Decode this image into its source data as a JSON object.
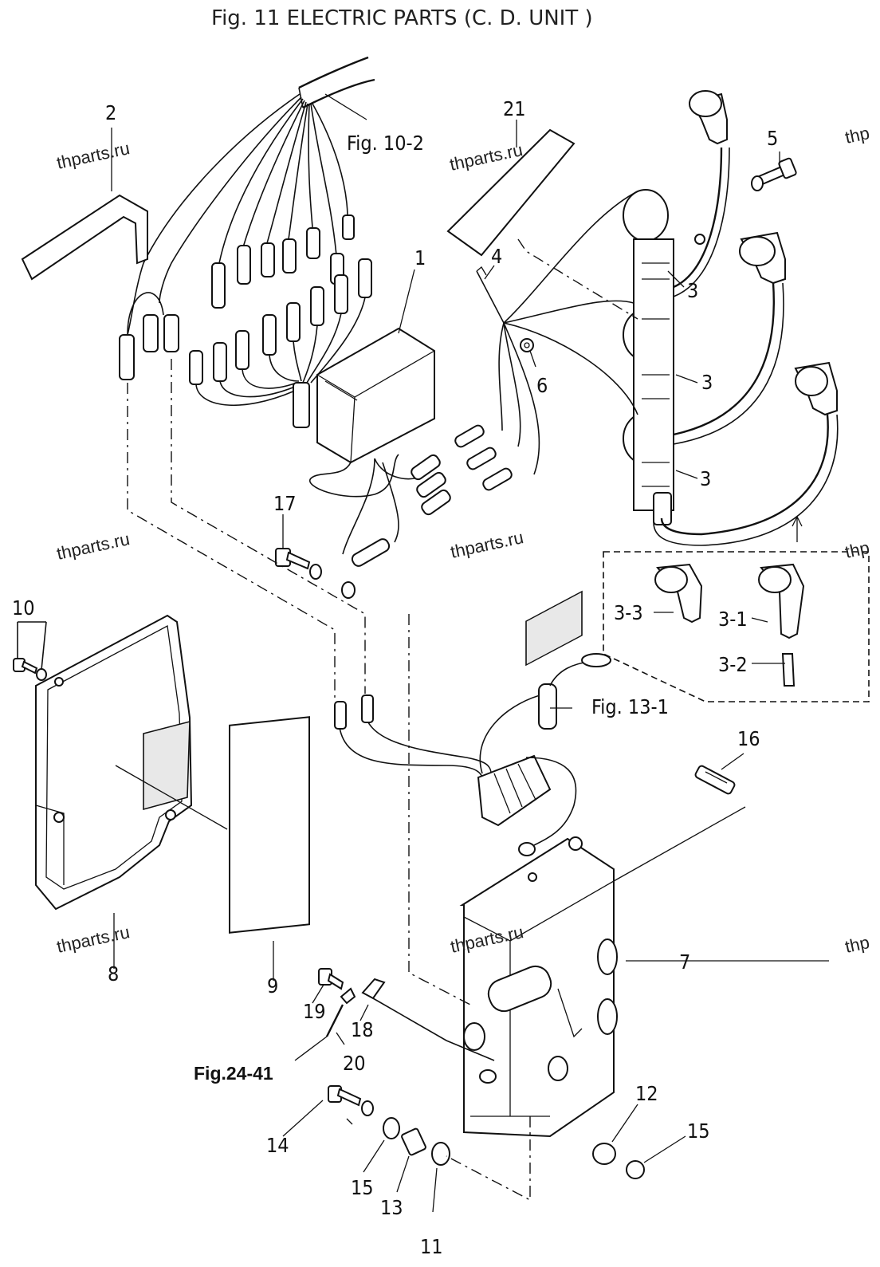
{
  "title": "Fig. 11     ELECTRIC PARTS (C. D. UNIT )",
  "watermark": "thparts.ru",
  "watermark_cut": "thp",
  "labels": {
    "p1": "1",
    "p2": "2",
    "p3a": "3",
    "p3b": "3",
    "p3c": "3",
    "p3_1": "3-1",
    "p3_2": "3-2",
    "p3_3": "3-3",
    "p4": "4",
    "p5": "5",
    "p6": "6",
    "p7": "7",
    "p8": "8",
    "p9": "9",
    "p10": "10",
    "p11": "11",
    "p12": "12",
    "p13": "13",
    "p14": "14",
    "p15a": "15",
    "p15b": "15",
    "p16": "16",
    "p17": "17",
    "p18": "18",
    "p19": "19",
    "p20": "20",
    "p21": "21"
  },
  "refs": {
    "fig10_2": "Fig. 10-2",
    "fig13_1": "Fig. 13-1",
    "fig24_41": "Fig.24-41"
  }
}
